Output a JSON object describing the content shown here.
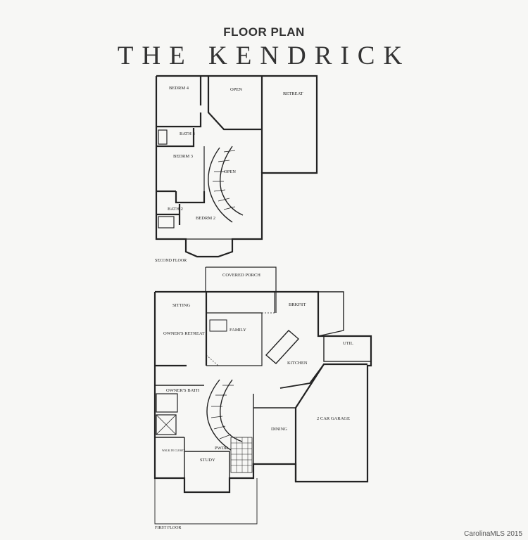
{
  "page": {
    "heading": "FLOOR PLAN",
    "title": "THE KENDRICK",
    "credit": "CarolinaMLS 2015"
  },
  "second_floor": {
    "label": "SECOND FLOOR",
    "rooms": {
      "bedrm4": "BEDRM 4",
      "open_top": "OPEN",
      "retreat": "RETREAT",
      "bath3": "BATH 3",
      "bedrm3": "BEDRM 3",
      "open_stair": "OPEN",
      "bath2": "BATH 2",
      "bedrm2": "BEDRM 2"
    }
  },
  "first_floor": {
    "label": "FIRST FLOOR",
    "rooms": {
      "covered_porch": "COVERED PORCH",
      "sitting": "SITTING",
      "owners_retreat": "OWNER'S RETREAT",
      "family": "FAMILY",
      "brkfst": "BRKFST",
      "kitchen": "KITCHEN",
      "util": "UTIL",
      "owners_bath": "OWNER'S BATH",
      "garage": "2 CAR GARAGE",
      "dining": "DINING",
      "walk_in_closet": "WALK IN CLOSET",
      "pwdr": "PWDR",
      "study": "STUDY"
    }
  }
}
